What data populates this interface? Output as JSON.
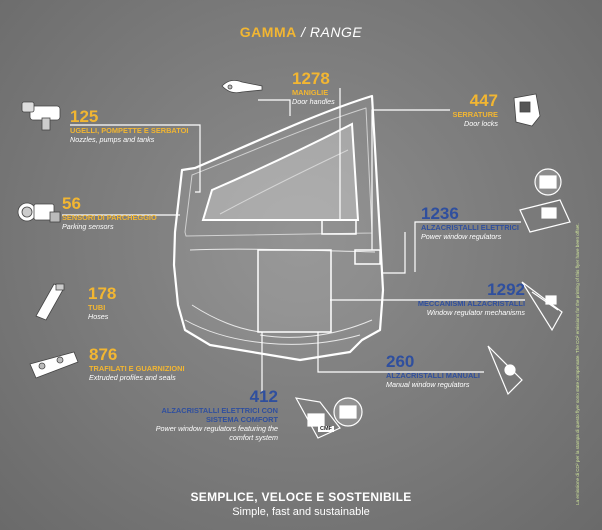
{
  "title": {
    "it": "GAMMA",
    "separator": "/",
    "en": "RANGE"
  },
  "colors": {
    "yellow": "#f2b632",
    "blue": "#2f4f9e",
    "background": "#7c7c7c",
    "line": "#ffffff"
  },
  "categories": [
    {
      "id": "manigle",
      "number": "1278",
      "label_it": "MANIGLIE",
      "label_en": "Door handles",
      "icon": "door-handle-icon"
    },
    {
      "id": "ugelli",
      "number": "125",
      "label_it": "UGELLI, POMPETTE E SERBATOI",
      "label_en": "Nozzles, pumps and tanks",
      "icon": "nozzle-pump-icon"
    },
    {
      "id": "serrature",
      "number": "447",
      "label_it": "SERRATURE",
      "label_en": "Door locks",
      "icon": "door-lock-icon"
    },
    {
      "id": "sensori",
      "number": "56",
      "label_it": "SENSORI DI PARCHEGGIO",
      "label_en": "Parking sensors",
      "icon": "parking-sensor-icon"
    },
    {
      "id": "alz_elettrici",
      "number": "1236",
      "label_it": "ALZACRISTALLI ELETTRICI",
      "label_en": "Power window regulators",
      "icon": "power-window-regulator-icon"
    },
    {
      "id": "tubi",
      "number": "178",
      "label_it": "TUBI",
      "label_en": "Hoses",
      "icon": "hose-icon"
    },
    {
      "id": "meccanismi",
      "number": "1292",
      "label_it": "MECCANISMI ALZACRISTALLI",
      "label_en": "Window regulator mechanisms",
      "icon": "window-mechanism-icon"
    },
    {
      "id": "trafilati",
      "number": "876",
      "label_it": "TRAFILATI E GUARNIZIONI",
      "label_en": "Extruded profiles and seals",
      "icon": "extruded-profile-icon"
    },
    {
      "id": "alz_manuali",
      "number": "260",
      "label_it": "ALZACRISTALLI MANUALI",
      "label_en": "Manual window regulators",
      "icon": "manual-regulator-icon"
    },
    {
      "id": "alz_comfort",
      "number": "412",
      "label_it": "ALZACRISTALLI ELETTRICI CON SISTEMA COMFORT",
      "label_en": "Power window regulators featuring the comfort system",
      "icon": "comfort-regulator-icon"
    }
  ],
  "cmf_tag": "CMF",
  "footer": {
    "it": "SEMPLICE, VELOCE E SOSTENIBILE",
    "en": "Simple, fast and sustainable"
  },
  "side_note": "La emissione di CO² per la stampa di questo flyer sono state compensate. The CO² emissions for the printing of this flyer have been offset."
}
